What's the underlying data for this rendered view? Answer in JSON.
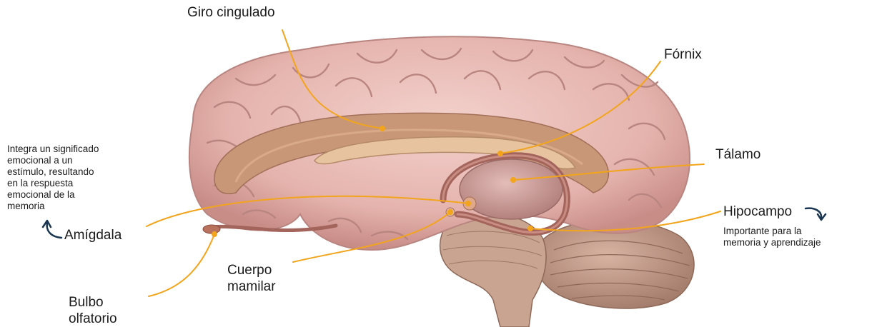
{
  "labels": {
    "giro_cingulado": "Giro cingulado",
    "fornix": "Fórnix",
    "talamo": "Tálamo",
    "hipocampo": "Hipocampo",
    "hipocampo_desc": "Importante para la\nmemoria y aprendizaje",
    "amigdala": "Amígdala",
    "amigdala_desc": "Integra un significado\nemocional a un\nestímulo, resultando\nen la respuesta\nemocional de la\nmemoria",
    "cuerpo_mamilar": "Cuerpo\nmamilar",
    "bulbo_olfatorio": "Bulbo\nolfatorio"
  },
  "colors": {
    "leader_line": "#f2a51c",
    "cortex": "#e7b9b4",
    "gyrus_groove": "#b98580",
    "cingulate": "#c79777",
    "corpus_callosum": "#e8c3a0",
    "thalamus": "#c99a96",
    "fornix": "#a3645c",
    "cerebellum": "#b98e7d",
    "brainstem": "#c9a591",
    "arrow": "#1a3550",
    "text": "#1b1b1b"
  },
  "icons": [
    "curved-arrow-left-icon",
    "curved-arrow-right-icon"
  ]
}
